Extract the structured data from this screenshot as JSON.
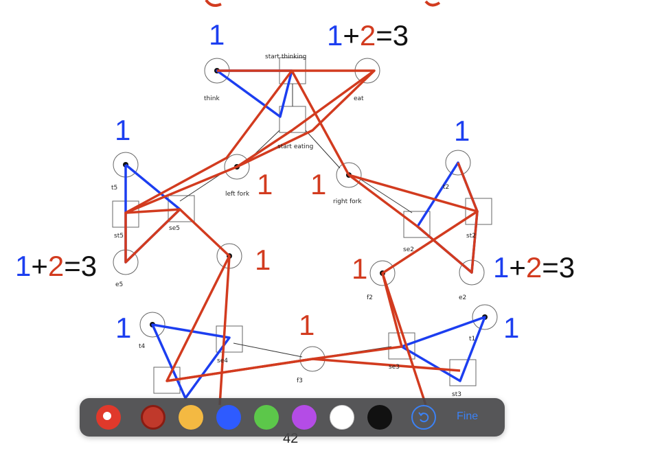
{
  "petri_net": {
    "place_labels": {
      "think": "think",
      "eat": "eat",
      "left_fork": "left fork",
      "right_fork": "right fork",
      "t5": "t5",
      "e5": "e5",
      "t2": "t2",
      "e2": "e2",
      "f2": "f2",
      "t4": "t4",
      "t1": "t1",
      "f3": "f3"
    },
    "transition_labels": {
      "start_thinking": "start thinking",
      "start_eating": "start eating",
      "st5": "st5",
      "se5": "se5",
      "se2": "se2",
      "st2": "st2",
      "se4": "se4",
      "se3": "se3",
      "st3": "st3"
    }
  },
  "annotations": {
    "blue_ones": [
      "1",
      "1",
      "1",
      "1",
      "1"
    ],
    "red_ones": [
      "1",
      "1",
      "1",
      "1",
      "1"
    ],
    "sum_blue": "1",
    "sum_plus": "+",
    "sum_red": "2",
    "sum_result": "=3"
  },
  "page_number": "42",
  "toolbar": {
    "colors": {
      "red": "#e0392b",
      "dark_red": "#c0392b",
      "yellow": "#f4b942",
      "blue": "#2e5bff",
      "green": "#5cc74a",
      "purple": "#b44ce6",
      "white": "#ffffff",
      "black": "#111111"
    },
    "done_label": "Fine"
  },
  "colors": {
    "blue_ink": "#1c3ef0",
    "red_ink": "#d23b1f"
  }
}
